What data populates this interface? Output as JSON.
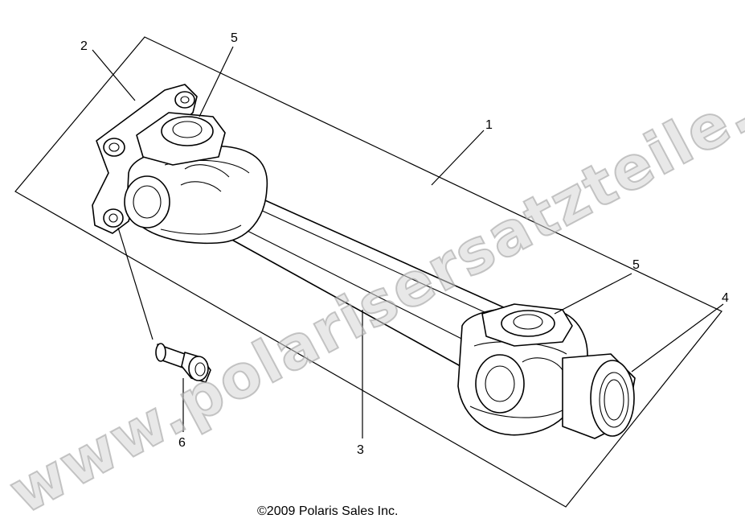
{
  "diagram": {
    "callouts": [
      {
        "id": "callout-1",
        "label": "1"
      },
      {
        "id": "callout-2",
        "label": "2"
      },
      {
        "id": "callout-3",
        "label": "3"
      },
      {
        "id": "callout-4",
        "label": "4"
      },
      {
        "id": "callout-5a",
        "label": "5"
      },
      {
        "id": "callout-5b",
        "label": "5"
      },
      {
        "id": "callout-6",
        "label": "6"
      }
    ],
    "copyright": "©2009 Polaris Sales Inc.",
    "watermark": "www.polarisersatzteile.de"
  }
}
